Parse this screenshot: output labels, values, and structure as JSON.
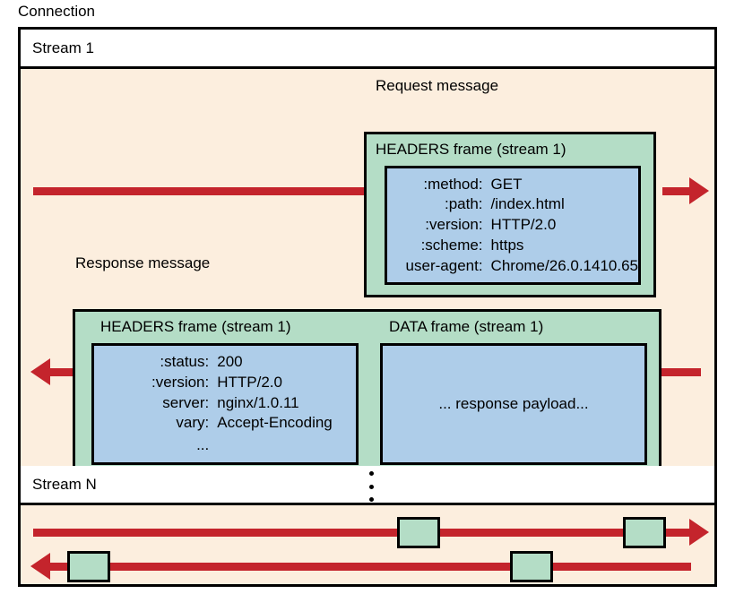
{
  "diagram": {
    "connection_label": "Connection",
    "colors": {
      "stream_background": "#fceede",
      "frame_green": "#b4ddc6",
      "payload_blue": "#aecde9",
      "arrow_red": "#c4242c",
      "border_black": "#000000",
      "header_white": "#ffffff"
    },
    "streams": [
      {
        "name": "stream-1",
        "title": "Stream 1"
      },
      {
        "name": "stream-n",
        "title": "Stream N"
      }
    ],
    "request": {
      "label": "Request message",
      "frame_title": "HEADERS frame (stream 1)",
      "headers": [
        {
          "key": ":method:",
          "value": "GET"
        },
        {
          "key": ":path:",
          "value": "/index.html"
        },
        {
          "key": ":version:",
          "value": "HTTP/2.0"
        },
        {
          "key": ":scheme:",
          "value": "https"
        },
        {
          "key": "user-agent:",
          "value": "Chrome/26.0.1410.65"
        }
      ]
    },
    "response": {
      "label": "Response message",
      "headers_frame_title": "HEADERS frame (stream 1)",
      "headers": [
        {
          "key": ":status:",
          "value": "200"
        },
        {
          "key": ":version:",
          "value": "HTTP/2.0"
        },
        {
          "key": "server:",
          "value": "nginx/1.0.11"
        },
        {
          "key": "vary:",
          "value": "Accept-Encoding"
        }
      ],
      "headers_continuation": "...",
      "data_frame_title": "DATA frame (stream 1)",
      "data_payload_text": "... response payload..."
    },
    "stream_n": {
      "ellipsis_dot_count": 3,
      "outbound_blocks": 2,
      "inbound_blocks": 2
    }
  }
}
